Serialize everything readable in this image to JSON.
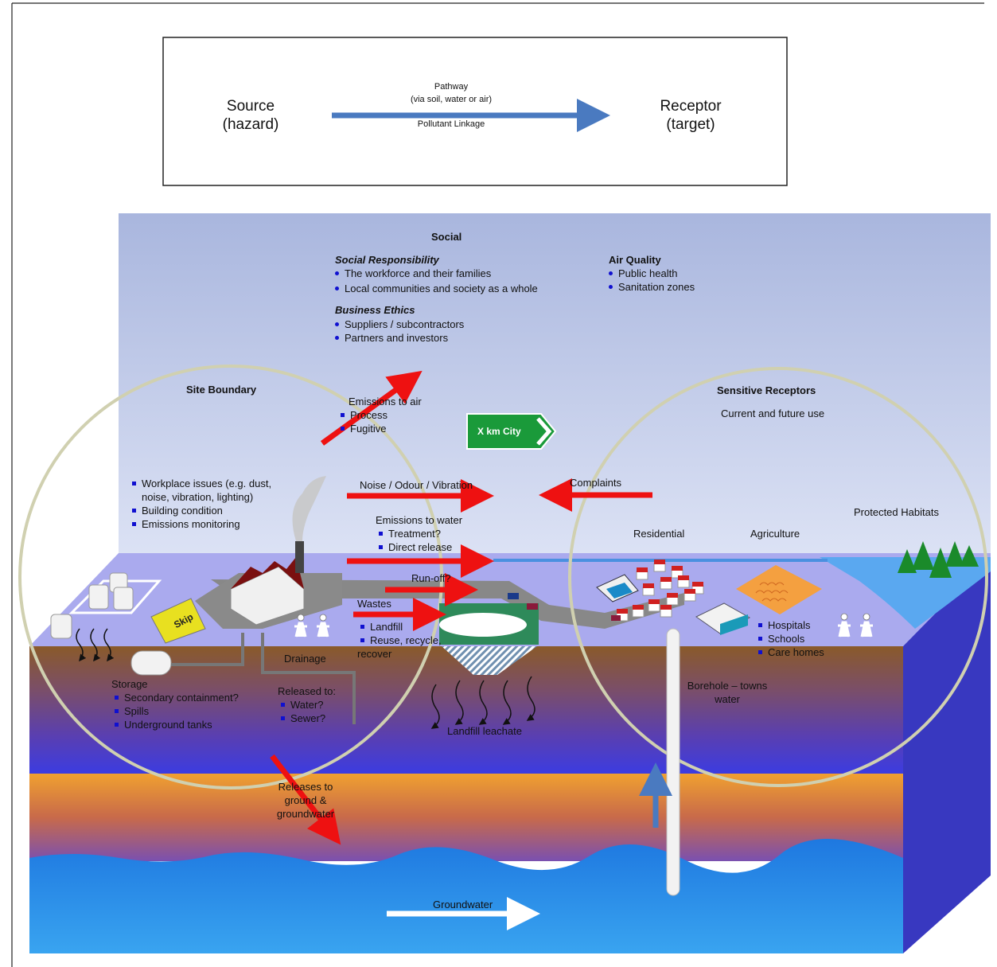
{
  "legend": {
    "source": [
      "Source",
      "(hazard)"
    ],
    "receptor": [
      "Receptor",
      "(target)"
    ],
    "pathway": "Pathway",
    "pathway_sub": "(via soil, water or air)",
    "linkage": "Pollutant Linkage"
  },
  "social": {
    "title": "Social",
    "responsibility_title": "Social Responsibility",
    "responsibility_items": [
      "The workforce and their families",
      "Local communities and society as a whole"
    ],
    "ethics_title": "Business Ethics",
    "ethics_items": [
      "Suppliers / subcontractors",
      "Partners and investors"
    ],
    "air_title": "Air Quality",
    "air_items": [
      "Public health",
      "Sanitation zones"
    ]
  },
  "site": {
    "title": "Site Boundary",
    "workplace_items": [
      "Workplace issues (e.g. dust,",
      "Building condition",
      "Emissions monitoring"
    ],
    "workplace_cont": "noise, vibration, lighting)",
    "skip": "Skip",
    "storage_title": "Storage",
    "storage_items": [
      "Secondary containment?",
      "Spills",
      "Underground tanks"
    ],
    "drainage": "Drainage",
    "released_title": "Released to:",
    "released_items": [
      "Water?",
      "Sewer?"
    ]
  },
  "flows": {
    "emissions_air": "Emissions to air",
    "emissions_air_items": [
      "Process",
      "Fugitive"
    ],
    "noise": "Noise / Odour / Vibration",
    "complaints": "Complaints",
    "emissions_water": "Emissions to water",
    "emissions_water_items": [
      "Treatment?",
      "Direct release"
    ],
    "runoff": "Run-off?",
    "wastes": "Wastes",
    "wastes_items": [
      "Landfill",
      "Reuse, recycle,"
    ],
    "wastes_cont": "recover",
    "leachate": "Landfill leachate",
    "ground_release": [
      "Releases to",
      "ground &",
      "groundwater"
    ],
    "groundwater": "Groundwater"
  },
  "sign": {
    "label": "X km City"
  },
  "receptors": {
    "title": "Sensitive Receptors",
    "subtitle": "Current and future use",
    "protected": "Protected Habitats",
    "residential": "Residential",
    "agriculture": "Agriculture",
    "facilities": [
      "Hospitals",
      "Schools",
      "Care homes"
    ],
    "borehole": [
      "Borehole – towns",
      "water"
    ]
  },
  "colors": {
    "sky_top": "#a9b6de",
    "sky_bottom": "#d4dcf2",
    "soil": "#8a5a2a",
    "deep": "#3333dd",
    "orange_layer": "#e88a20",
    "water": "#2a8ee8",
    "arrow_red": "#ee1111",
    "pathway_blue": "#4a7ac0"
  }
}
